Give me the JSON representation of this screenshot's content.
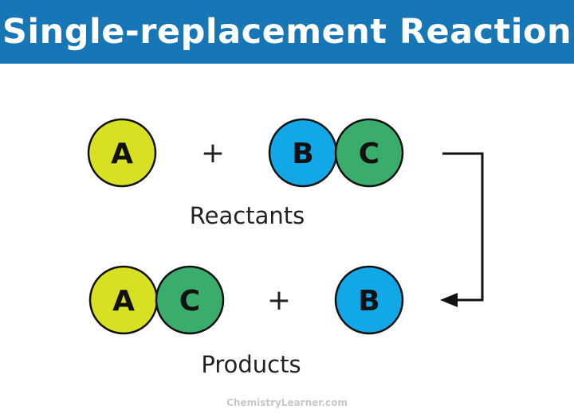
{
  "title": "Single-replacement Reaction",
  "reactants": {
    "atoms": [
      "A",
      "B",
      "C"
    ],
    "plus": "+",
    "label": "Reactants"
  },
  "products": {
    "atoms": [
      "A",
      "C",
      "B"
    ],
    "plus": "+",
    "label": "Products"
  },
  "watermark": "ChemistryLearner.com",
  "colors": {
    "header": "#1776b6",
    "A": "#d8e022",
    "B": "#12a8e8",
    "C": "#3aad6c"
  }
}
